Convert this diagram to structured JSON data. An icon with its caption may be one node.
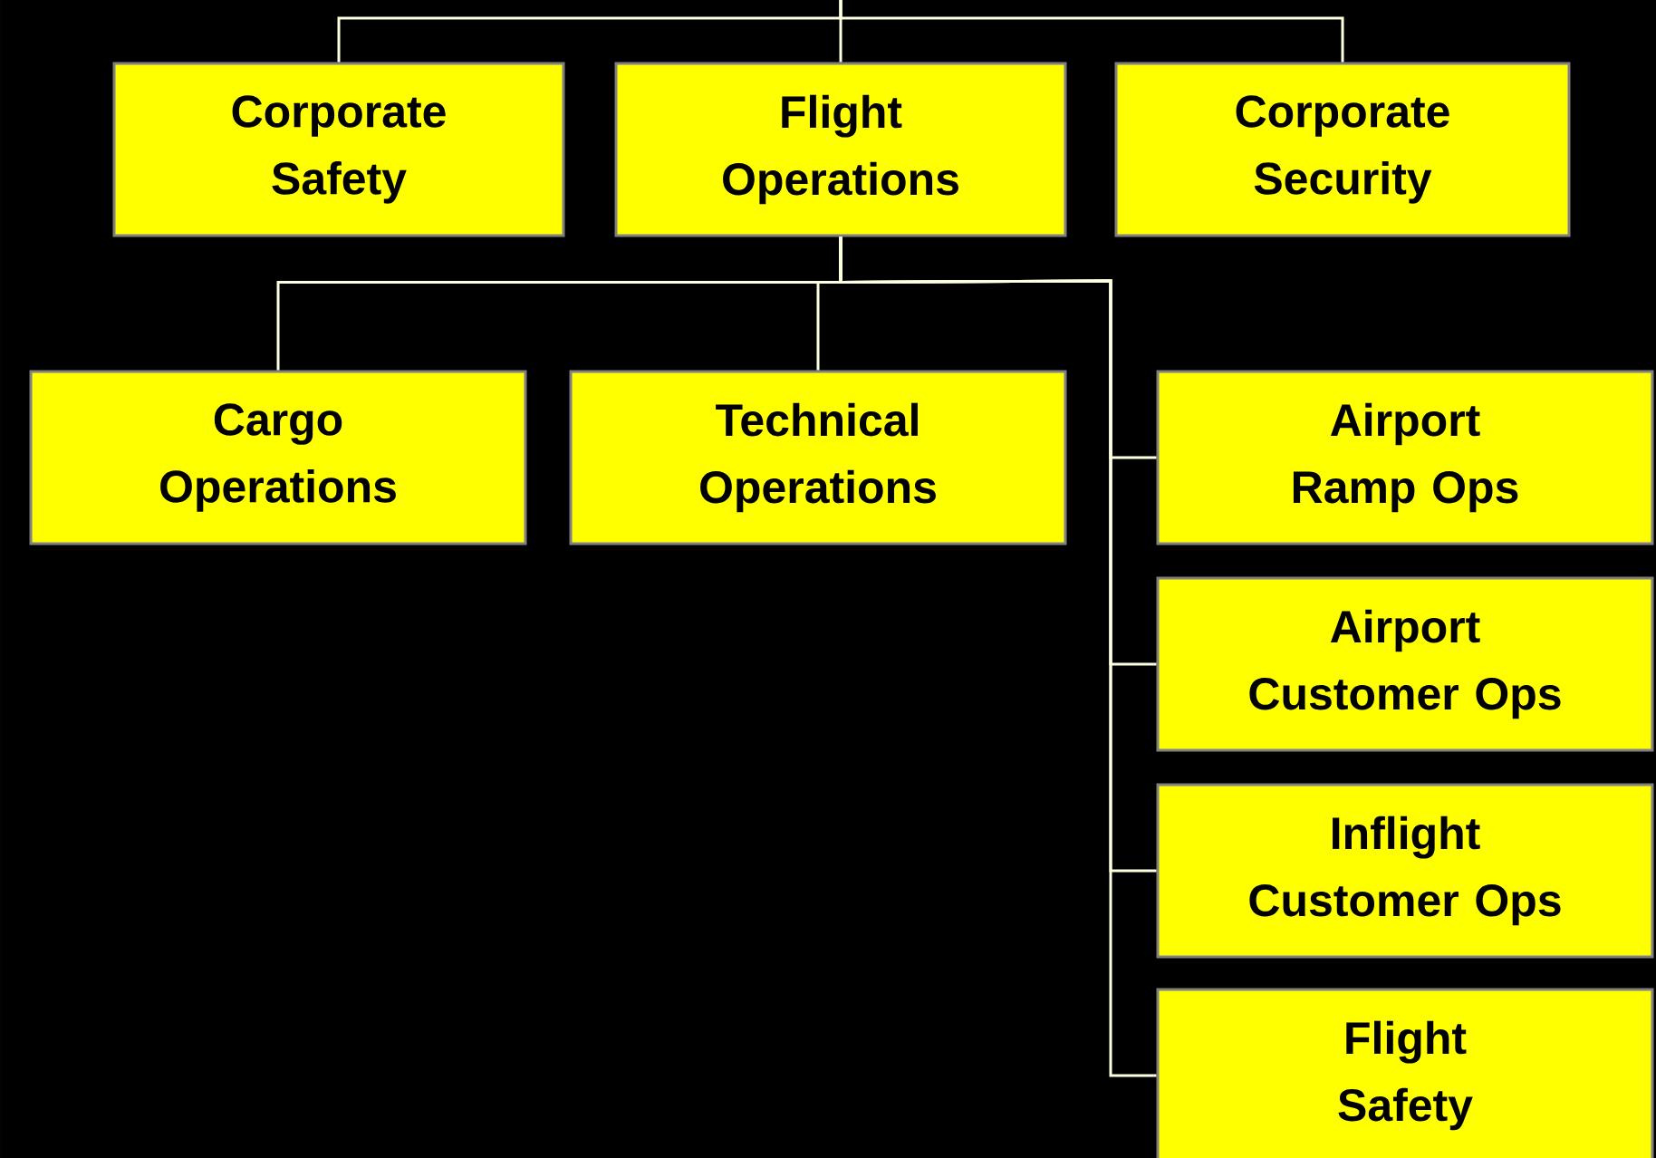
{
  "diagram": {
    "nodes": [
      {
        "text": [
          "Corporate Safety"
        ]
      },
      {
        "text": [
          "Flight Operations"
        ]
      },
      {
        "text": [
          "Corporate Security"
        ]
      },
      {
        "text": [
          "Cargo Operations"
        ]
      },
      {
        "text": [
          "Technical Operations"
        ]
      },
      {
        "text": [
          "Airport Ramp Ops"
        ]
      },
      {
        "text": [
          "Airport Customer Ops"
        ]
      },
      {
        "text": [
          "Inflight Customer Ops"
        ]
      },
      {
        "text": [
          "Flight Safety"
        ]
      }
    ],
    "edges": [
      {
        "from": null,
        "to": 0,
        "arrow": "none"
      },
      {
        "from": null,
        "to": 1,
        "arrow": "none"
      },
      {
        "from": null,
        "to": 2,
        "arrow": "none"
      },
      {
        "from": 1,
        "to": 3,
        "arrow": "none"
      },
      {
        "from": 1,
        "to": 4,
        "arrow": "none"
      },
      {
        "from": 1,
        "to": 5,
        "arrow": "none"
      },
      {
        "from": 1,
        "to": 6,
        "arrow": "none"
      },
      {
        "from": 1,
        "to": 7,
        "arrow": "none"
      },
      {
        "from": 1,
        "to": 8,
        "arrow": "none"
      }
    ]
  }
}
